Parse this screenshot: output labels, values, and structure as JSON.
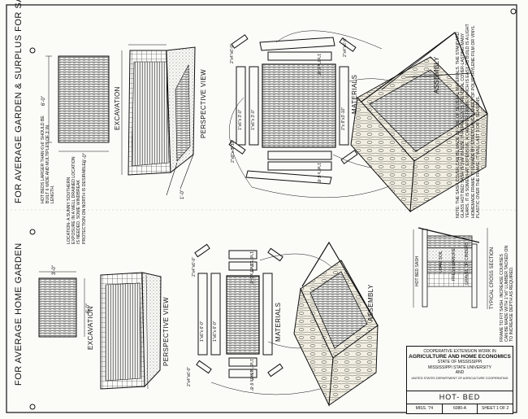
{
  "titles": {
    "home": "FOR AVERAGE HOME GARDEN",
    "surplus": "FOR AVERAGE GARDEN & SURPLUS FOR SALE"
  },
  "views": {
    "excavation": "EXCAVATION",
    "perspective": "PERSPECTIVE VIEW",
    "materials": "MATERIALS",
    "assembly": "ASSEMBLY"
  },
  "dims": {
    "three_ft": "3'-0\"",
    "six_ft": "6'-0\"",
    "six_ft_b": "6'-0\"",
    "one_ft": "1'-0\""
  },
  "notes": {
    "larger_beds": "HOT BEDS LARGER THAN 6'x6' SHOULD BE BUILT 6 WIDE AND MULTIPLES OF 3' IN LENGTH.",
    "location": "LOCATION- A SUNNY SOUTHERN EXPOSURE IN A WELL DRAINED LOCATION IS NEEDED. SOME WINDBREAK PROTECTION ON NORTH IS DESIRABLE.",
    "sash": "NOTE: THE SASH COVER CAN BE MADE OF ONE OF SEVERAL MATERIALS. THE STANDARD GLASS HOT BED SASH IS 3'x6' IN SIZE. IT REPRESENTS THE IDEAL COVER-LASTING MANY YEARS. IT IS SOMEWHAT EXPENSIVE. A CHEAPER FRAME WHICH IS EASY TO BUILD IS A LIGHT HOMEMADE FRAME. IT IS MADE BY STRETCHING A SHEET OF POLYETHYLENE FILM OR VINYL PLASTIC OVER THE FRAME. IT WILL LAST 3 OR 4 SEASONS.",
    "frame": "FRAME TO FIT SASH. INCREASE COURSES CAN BE MADE WITH 1\"x6\" LUMBER TACKED ON TO INCREASE DEPTH AS REQUIRED."
  },
  "section": {
    "title": "TYPICAL CROSS SECTION",
    "sash": "HOT BED SASH",
    "soil": "LOAM SOIL",
    "manure": "FRESH MANURE",
    "gravel": "GRAVEL OR CINDERS"
  },
  "lumber": {
    "a1": "2\"x4\"x6'-0\"",
    "a2": "2\"x4\"x6'-0\"",
    "a3": "1\"x6\"x 3'-0\"",
    "a4": "1\"x6\"x 3'-0\"",
    "a5": "2\"x 8\"x3'-10\"",
    "a6": "2\"x8\"x 3'-10\"",
    "a7": "1\"x8\" x 6'-8\"",
    "a8": "1\"x6\"x 6'-8\"",
    "b1": "2\"x4\"x6'-0\"",
    "b2": "2\"x4\"x6'-0\"",
    "b3": "1\"x6\"x 6'-0\"",
    "b4": "1\"x6\"x 6'-0\"",
    "b5": "1\"x 8\"x 6'-8\"",
    "b6": "1\"x8\"x 6'-8\"",
    "b7": "1\"x8\" x 6'-8\"",
    "b8": "1\"x6\"x 6'-8\""
  },
  "titleblock": {
    "org1": "COOPERATIVE EXTENSION WORK IN",
    "org2": "AGRICULTURE AND HOME ECONOMICS",
    "org3": "STATE OF MISSISSIPPI",
    "org4": "MISSISSIPPI STATE UNIVERSITY",
    "org5": "AND",
    "usda": "UNITED STATES DEPARTMENT OF AGRICULTURE COOPERATING",
    "drawing_title": "HOT- BED",
    "plan_code": "MISS. '74",
    "plan_number": "6080-A",
    "sheet": "SHEET 1 OF 2"
  },
  "colors": {
    "ink": "#111111",
    "paper": "#fbfbf8"
  }
}
